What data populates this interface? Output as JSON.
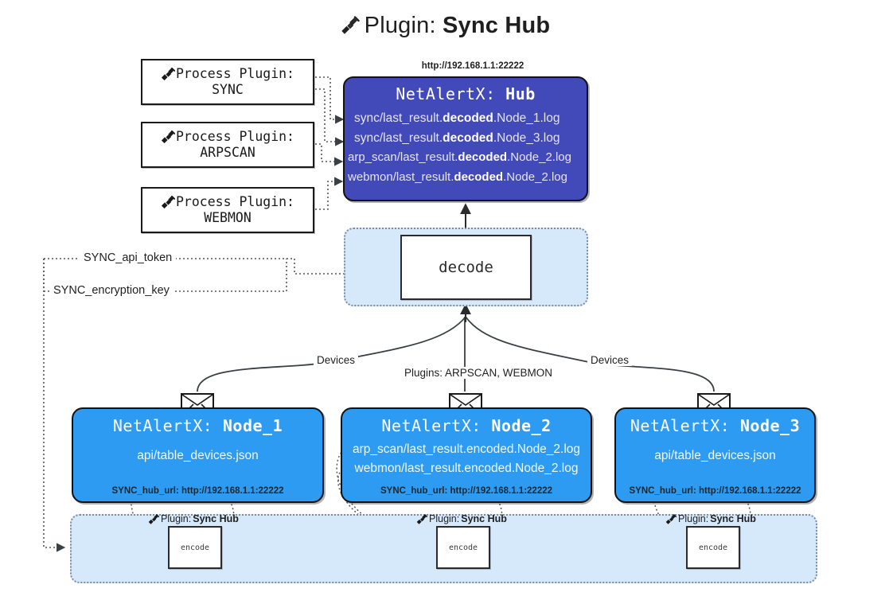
{
  "page": {
    "title_icon": "plug-icon",
    "title_prefix": "Plugin:",
    "title_name": "Sync Hub"
  },
  "colors": {
    "hub_fill": "#4249b8",
    "node_fill": "#2e9bf2",
    "group_fill": "#d6e9fb",
    "group_border": "#7c8b99",
    "box_border": "#121212",
    "background": "#ffffff"
  },
  "process_plugins": [
    {
      "icon": "plug-icon",
      "line1": "Process Plugin:",
      "line2": "SYNC"
    },
    {
      "icon": "plug-icon",
      "line1": "Process Plugin:",
      "line2": "ARPSCAN"
    },
    {
      "icon": "plug-icon",
      "line1": "Process Plugin:",
      "line2": "WEBMON"
    }
  ],
  "hub": {
    "url": "http://192.168.1.1:22222",
    "title_prefix": "NetAlertX:",
    "title_name": "Hub",
    "logs": [
      {
        "pre": "sync/last_result.",
        "mid": "decoded",
        "post": ".Node_1.log"
      },
      {
        "pre": "sync/last_result.",
        "mid": "decoded",
        "post": ".Node_3.log"
      },
      {
        "pre": "arp_scan/last_result.",
        "mid": "decoded",
        "post": ".Node_2.log"
      },
      {
        "pre": "webmon/last_result.",
        "mid": "decoded",
        "post": ".Node_2.log"
      }
    ]
  },
  "decode": {
    "label": "decode"
  },
  "tokens": {
    "api_token": "SYNC_api_token",
    "encryption_key": "SYNC_encryption_key"
  },
  "edge_labels": {
    "devices_left": "Devices",
    "devices_right": "Devices",
    "plugins_center": "Plugins: ARPSCAN, WEBMON"
  },
  "nodes": [
    {
      "title_prefix": "NetAlertX:",
      "title_name": "Node_1",
      "lines": [
        "api/table_devices.json"
      ],
      "footer": "SYNC_hub_url: http://192.168.1.1:22222",
      "envelope_icon": "envelope-icon"
    },
    {
      "title_prefix": "NetAlertX:",
      "title_name": "Node_2",
      "lines": [
        "arp_scan/last_result.encoded.Node_2.log",
        "webmon/last_result.encoded.Node_2.log"
      ],
      "footer": "SYNC_hub_url: http://192.168.1.1:22222",
      "envelope_icon": "envelope-icon"
    },
    {
      "title_prefix": "NetAlertX:",
      "title_name": "Node_3",
      "lines": [
        "api/table_devices.json"
      ],
      "footer": "SYNC_hub_url: http://192.168.1.1:22222",
      "envelope_icon": "envelope-icon"
    }
  ],
  "bottom_plugins": [
    {
      "icon": "plug-icon",
      "prefix": "Plugin:",
      "name": "Sync Hub",
      "box": "encode"
    },
    {
      "icon": "plug-icon",
      "prefix": "Plugin:",
      "name": "Sync Hub",
      "box": "encode"
    },
    {
      "icon": "plug-icon",
      "prefix": "Plugin:",
      "name": "Sync Hub",
      "box": "encode"
    }
  ]
}
